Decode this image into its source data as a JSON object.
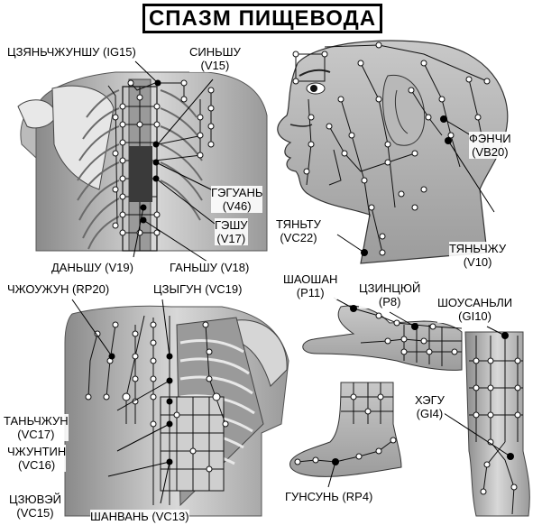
{
  "title": "СПАЗМ ПИЩЕВОДА",
  "labels": {
    "ig15": "ЦЗЯНЬЧЖУНШУ (IG15)",
    "v15_name": "СИНЬШУ",
    "v15_code": "(V15)",
    "v46_name": "ГЭГУАНЬ",
    "v46_code": "(V46)",
    "v17_name": "ГЭШУ",
    "v17_code": "(V17)",
    "v19": "ДАНЬШУ (V19)",
    "v18": "ГАНЬШУ (V18)",
    "vb20_name": "ФЭНЧИ",
    "vb20_code": "(VB20)",
    "vc22_name": "ТЯНЬТУ",
    "vc22_code": "(VC22)",
    "v10_name": "ТЯНЬЧЖУ",
    "v10_code": "(V10)",
    "rp20": "ЧЖОУЖУН (RP20)",
    "vc19": "ЦЗЫГУН (VC19)",
    "p11_name": "ШАОШАН",
    "p11_code": "(P11)",
    "p8_name": "ЦЗИНЦЮЙ",
    "p8_code": "(P8)",
    "gi10_name": "ШОУСАНЬЛИ",
    "gi10_code": "(GI10)",
    "vc17_name": "ТАНЬЧЖУН",
    "vc17_code": "(VC17)",
    "vc16_name": "ЧЖУНТИН",
    "vc16_code": "(VC16)",
    "vc15_name": "ЦЗЮВЭЙ",
    "vc15_code": "(VC15)",
    "vc13": "ШАНВАНЬ (VC13)",
    "gi4_name": "ХЭГУ",
    "gi4_code": "(GI4)",
    "rp4": "ГУНСУНЬ (RP4)"
  }
}
